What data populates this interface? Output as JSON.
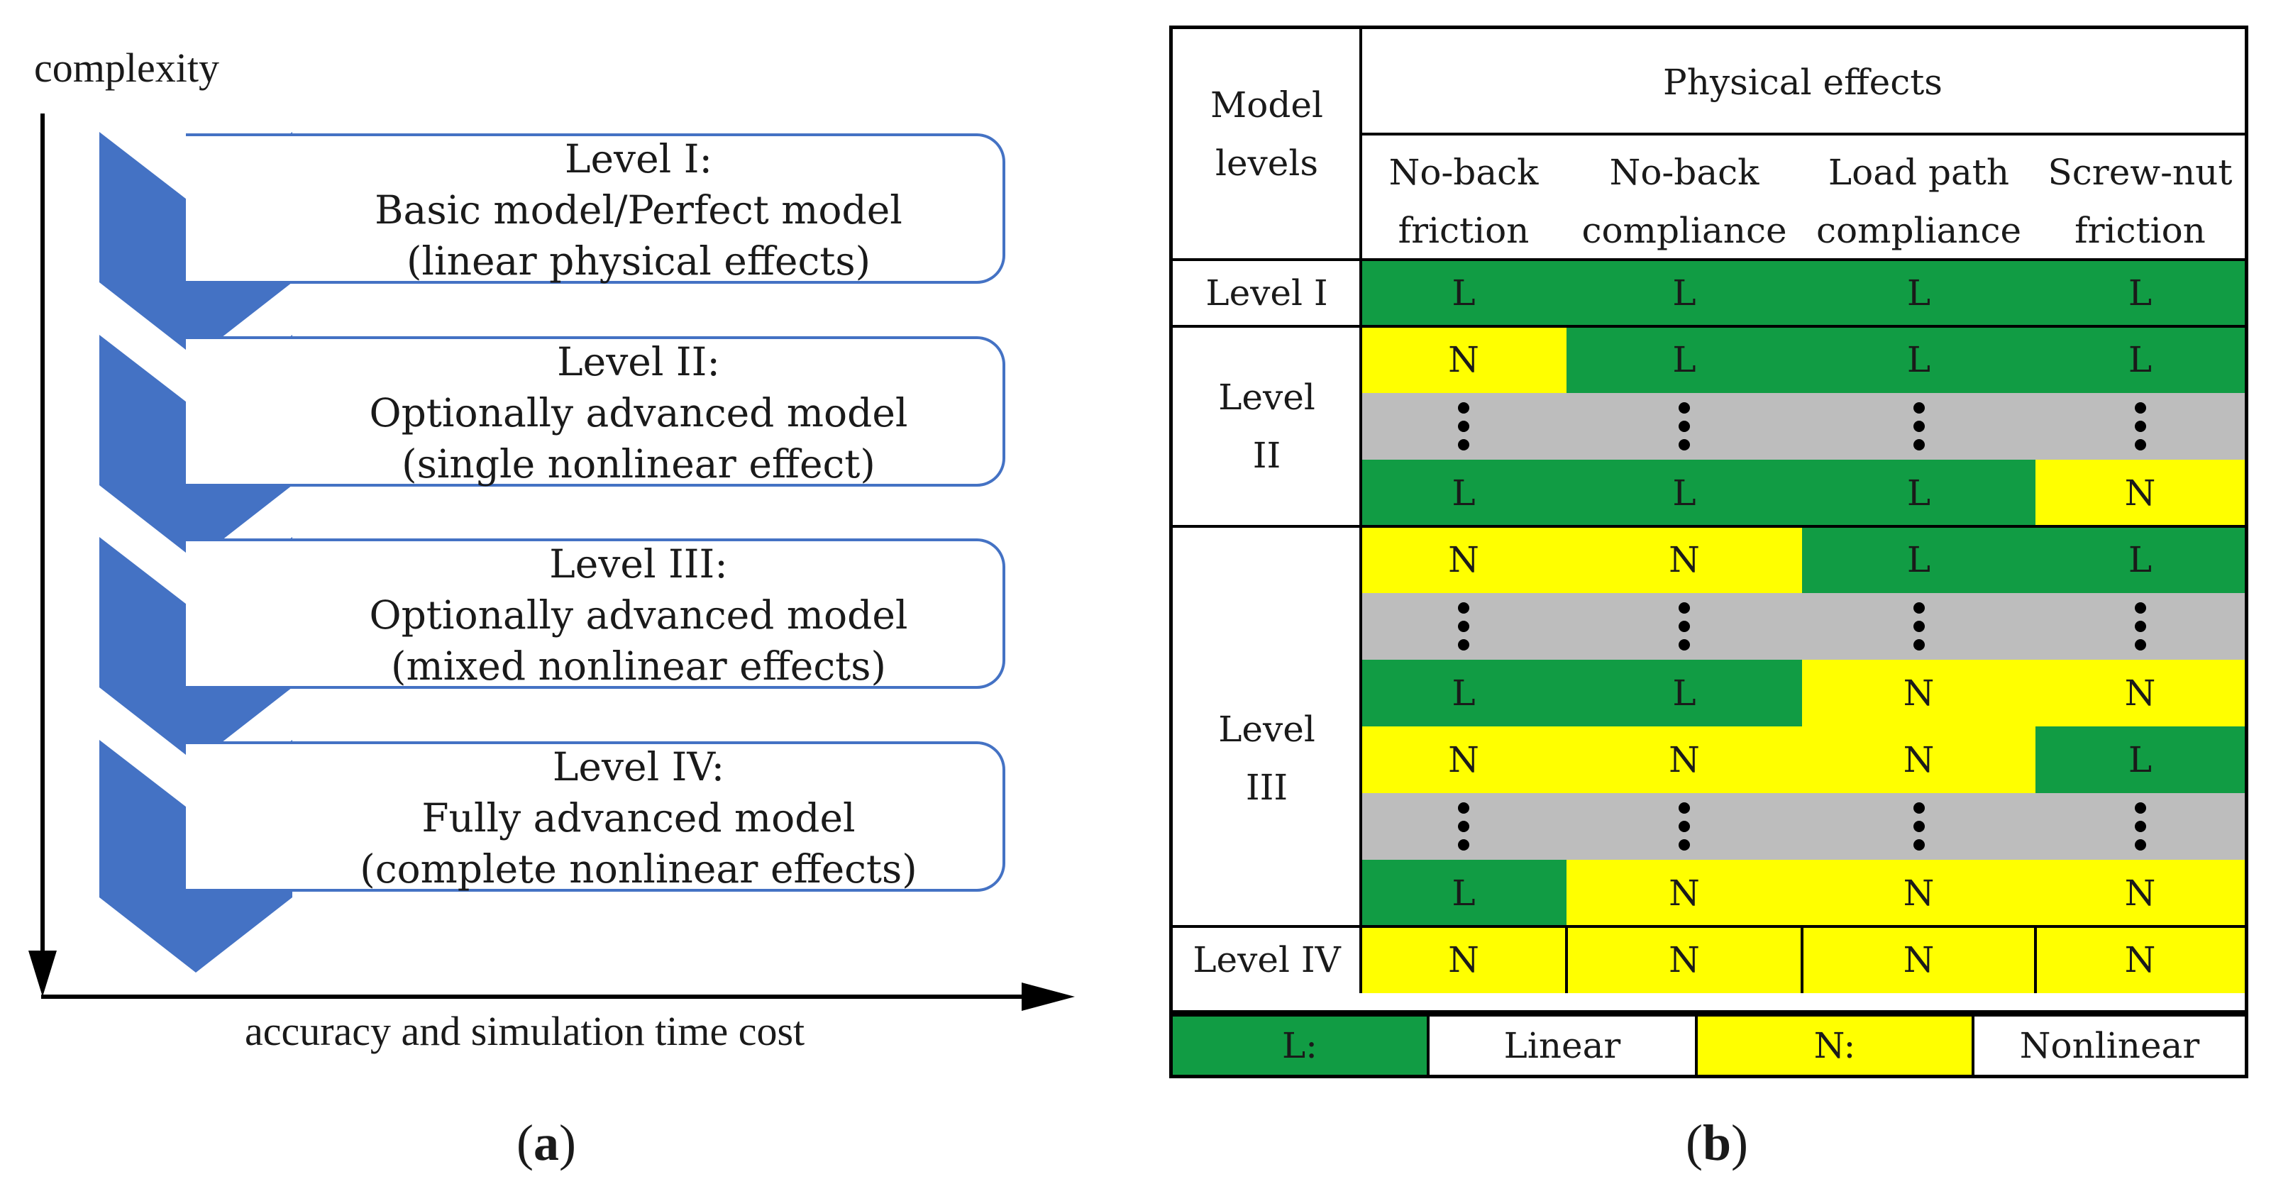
{
  "panel_a": {
    "y_axis_label": "complexity",
    "x_axis_label": "accuracy and simulation time cost",
    "caption": "a",
    "levels": [
      {
        "title": "Level I:",
        "line2": "Basic model/Perfect model",
        "line3": "(linear physical effects)"
      },
      {
        "title": "Level II:",
        "line2": "Optionally advanced model",
        "line3": "(single nonlinear effect)"
      },
      {
        "title": "Level III:",
        "line2": "Optionally advanced model",
        "line3": "(mixed nonlinear effects)"
      },
      {
        "title": "Level IV:",
        "line2": "Fully advanced model",
        "line3": "(complete nonlinear effects)"
      }
    ],
    "colors": {
      "chevron": "#4472c4",
      "box_border": "#4472c4"
    }
  },
  "panel_b": {
    "caption": "b",
    "header": {
      "model_levels": "Model levels",
      "model_levels_l1": "Model",
      "model_levels_l2": "levels",
      "physical_effects": "Physical effects",
      "columns": [
        {
          "l1": "No-back",
          "l2": "friction"
        },
        {
          "l1": "No-back",
          "l2": "compliance"
        },
        {
          "l1": "Load path",
          "l2": "compliance"
        },
        {
          "l1": "Screw-nut",
          "l2": "friction"
        }
      ]
    },
    "groups": [
      {
        "label_l1": "Level I",
        "label_l2": "",
        "rows": [
          [
            "L",
            "L",
            "L",
            "L"
          ]
        ]
      },
      {
        "label_l1": "Level",
        "label_l2": "II",
        "rows": [
          [
            "N",
            "L",
            "L",
            "L"
          ],
          [
            "…",
            "…",
            "…",
            "…"
          ],
          [
            "L",
            "L",
            "L",
            "N"
          ]
        ]
      },
      {
        "label_l1": "Level",
        "label_l2": "III",
        "rows": [
          [
            "N",
            "N",
            "L",
            "L"
          ],
          [
            "…",
            "…",
            "…",
            "…"
          ],
          [
            "L",
            "L",
            "N",
            "N"
          ],
          [
            "N",
            "N",
            "N",
            "L"
          ],
          [
            "…",
            "…",
            "…",
            "…"
          ],
          [
            "L",
            "N",
            "N",
            "N"
          ]
        ]
      },
      {
        "label_l1": "Level IV",
        "label_l2": "",
        "rows": [
          [
            "N",
            "N",
            "N",
            "N"
          ]
        ]
      }
    ],
    "legend": {
      "l_key": "L:",
      "l_value": "Linear",
      "n_key": "N:",
      "n_value": "Nonlinear"
    },
    "colors": {
      "linear": "#119c44",
      "nonlinear": "#ffff00",
      "ellipsis_row": "#bdbdbd"
    }
  }
}
